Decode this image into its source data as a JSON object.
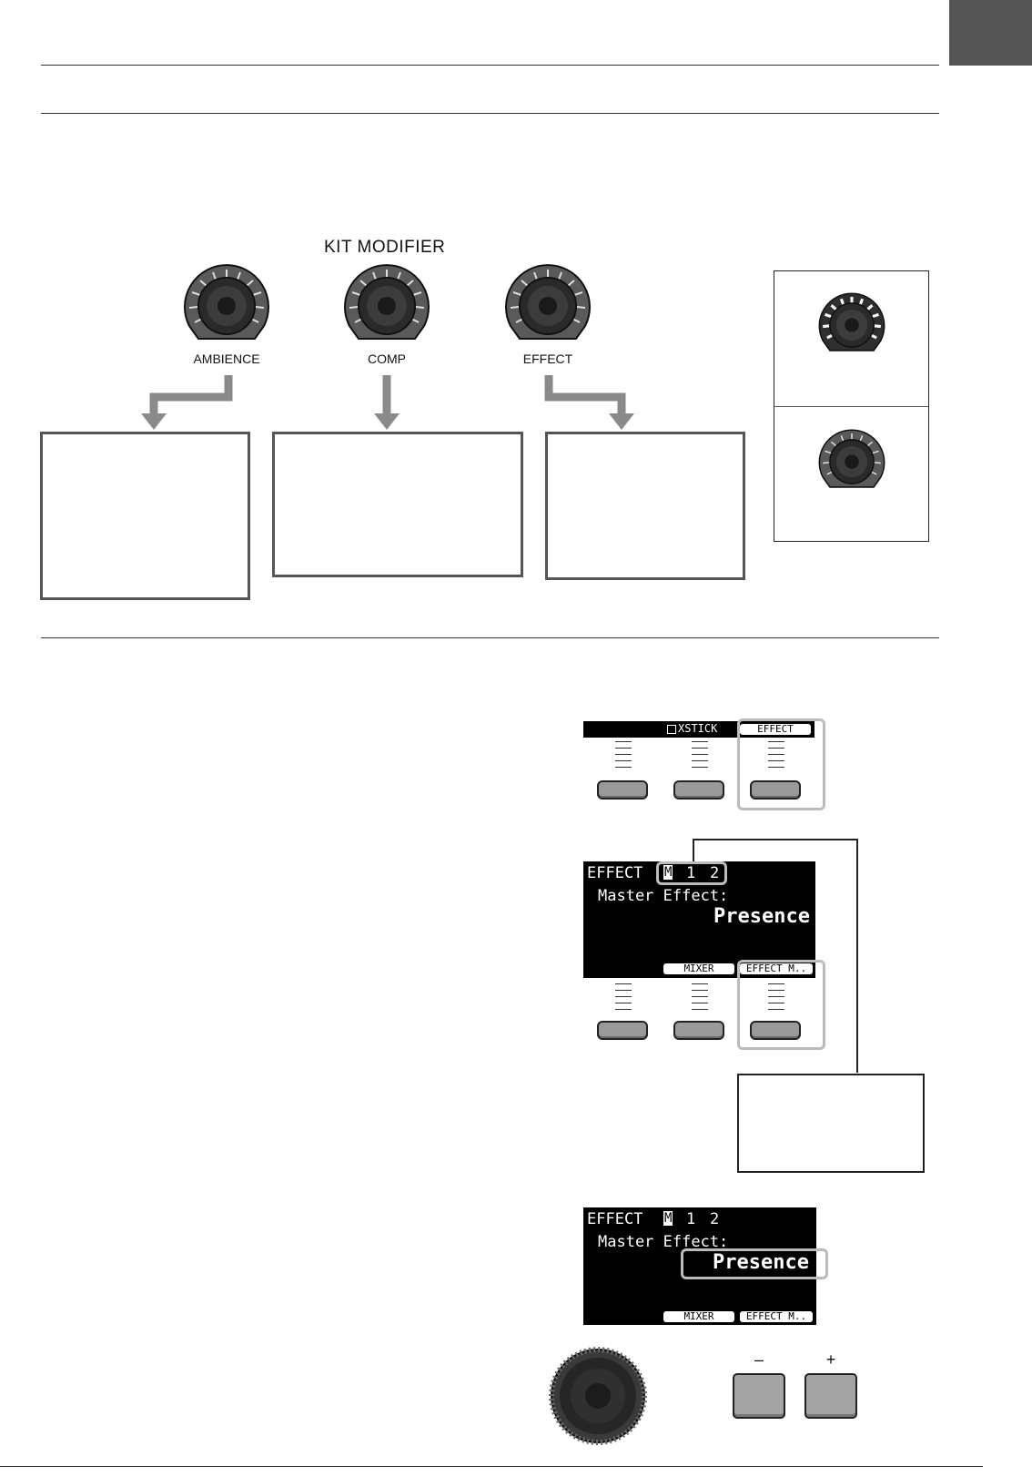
{
  "kit_modifier": {
    "title": "KIT  MODIFIER",
    "knobs": [
      {
        "label": "AMBIENCE"
      },
      {
        "label": "COMP"
      },
      {
        "label": "EFFECT"
      }
    ]
  },
  "panel_top": {
    "xstick_label": "XSTICK",
    "effect_label": "EFFECT"
  },
  "screen1": {
    "header_effect": "EFFECT",
    "header_m": "M",
    "header_1": "1",
    "header_2": "2",
    "line1": "Master Effect:",
    "value": "Presence",
    "soft_mixer": "MIXER",
    "soft_effect_m": "EFFECT M.."
  },
  "screen2": {
    "header_effect": "EFFECT",
    "header_m": "M",
    "header_1": "1",
    "header_2": "2",
    "line1": "Master Effect:",
    "value": "Presence",
    "soft_mixer": "MIXER",
    "soft_effect_m": "EFFECT M.."
  },
  "dec_inc": {
    "minus": "–",
    "plus": "+"
  },
  "colors": {
    "arrow": "#8a8a8a",
    "highlight": "#bbbbbb",
    "button": "#9a9a9a"
  }
}
